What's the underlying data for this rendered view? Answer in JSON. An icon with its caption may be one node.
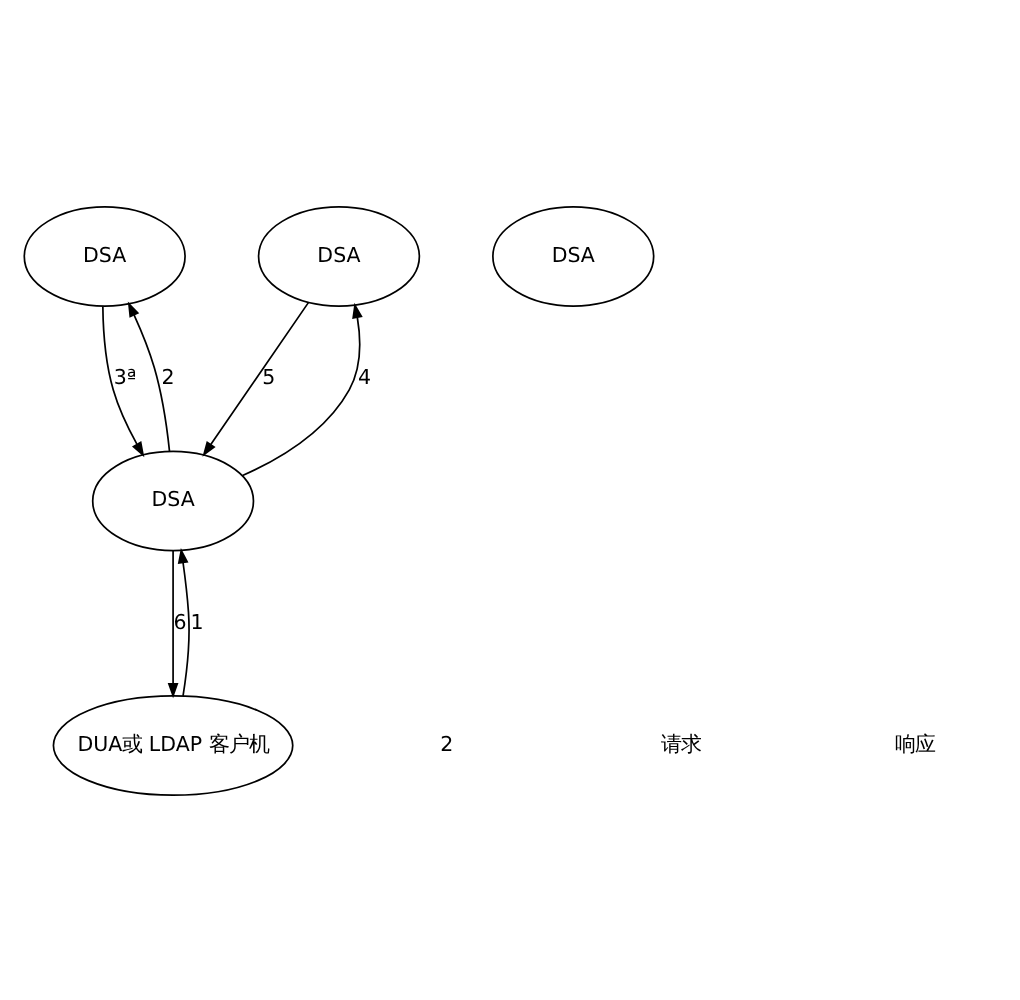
{
  "diagram": {
    "nodes": [
      {
        "text": [
          "DSA"
        ]
      },
      {
        "text": [
          "DSA"
        ]
      },
      {
        "text": [
          "DSA"
        ]
      },
      {
        "text": [
          "DSA"
        ]
      },
      {
        "text": [
          "DUA或 LDAP 客户机"
        ]
      }
    ],
    "edges": [
      {
        "from": 3,
        "to": 0,
        "arrow": "to",
        "label": "2"
      },
      {
        "from": 0,
        "to": 3,
        "arrow": "to",
        "label": "3ª"
      },
      {
        "from": 3,
        "to": 1,
        "arrow": "to",
        "label": "4"
      },
      {
        "from": 1,
        "to": 3,
        "arrow": "to",
        "label": "5"
      },
      {
        "from": 4,
        "to": 3,
        "arrow": "to",
        "label": "1"
      },
      {
        "from": 3,
        "to": 4,
        "arrow": "to",
        "label": "6"
      }
    ],
    "labels": [
      "2",
      "请求",
      "响应"
    ]
  }
}
